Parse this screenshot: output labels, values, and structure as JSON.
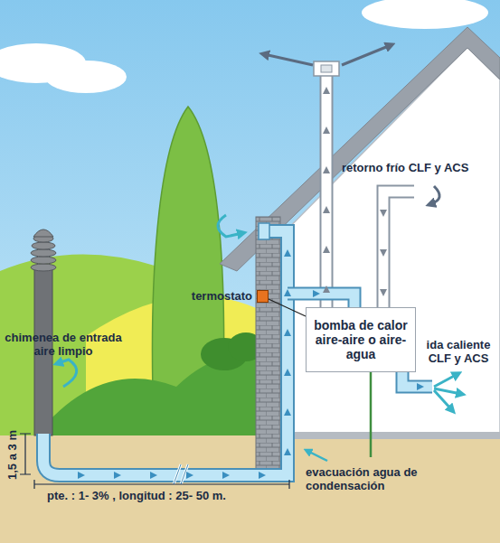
{
  "diagram": {
    "nodes": [
      {
        "text": [
          "termostato"
        ]
      },
      {
        "text": [
          "bomba de calor aire-aire o aire-agua"
        ]
      }
    ],
    "edges": [
      {
        "from": 0,
        "to": 1,
        "arrow": "none"
      }
    ],
    "labels": [
      "chimenea de entrada aire limpio",
      "1,5 a 3 m",
      "pte. : 1- 3% , longitud : 25- 50 m.",
      "retorno frío CLF y ACS",
      "ida caliente CLF y ACS",
      "evacuación agua de condensación"
    ]
  }
}
